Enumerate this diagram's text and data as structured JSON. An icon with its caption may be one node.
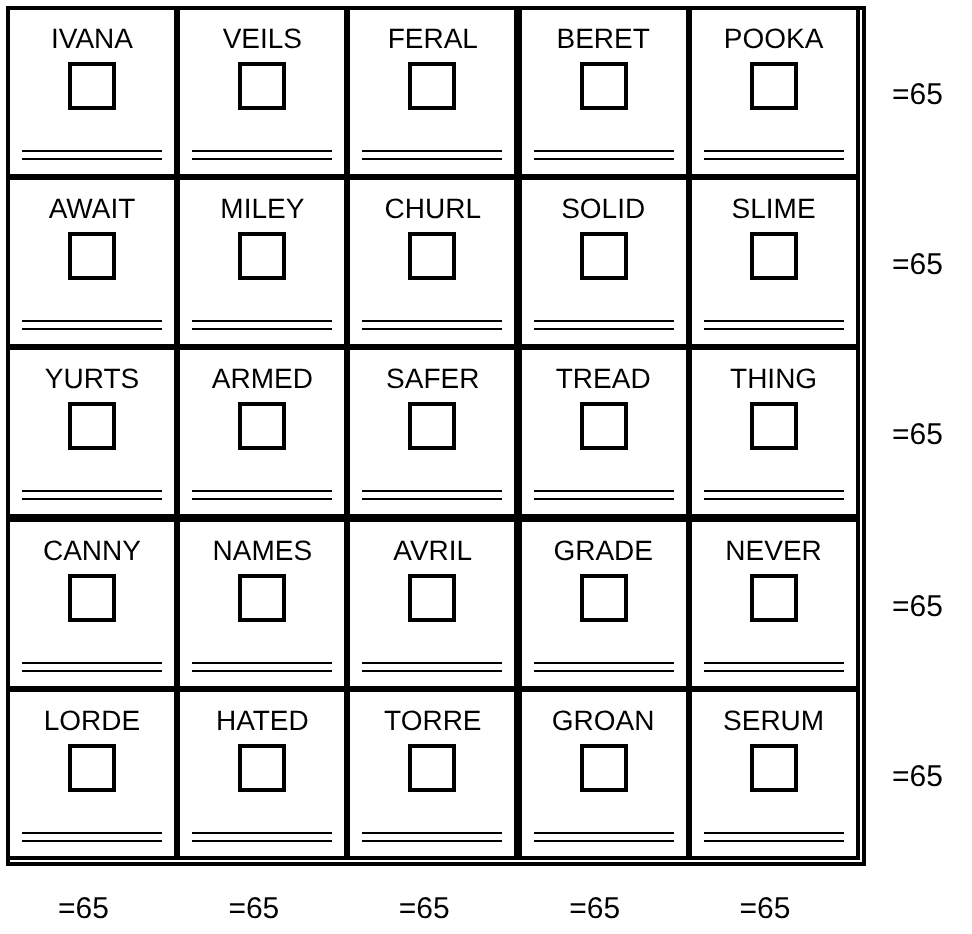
{
  "diagram": {
    "nodes": [
      {
        "text": [
          "IVANA"
        ]
      },
      {
        "text": [
          "VEILS"
        ]
      },
      {
        "text": [
          "FERAL"
        ]
      },
      {
        "text": [
          "BERET"
        ]
      },
      {
        "text": [
          "POOKA"
        ]
      },
      {
        "text": [
          "AWAIT"
        ]
      },
      {
        "text": [
          "MILEY"
        ]
      },
      {
        "text": [
          "CHURL"
        ]
      },
      {
        "text": [
          "SOLID"
        ]
      },
      {
        "text": [
          "SLIME"
        ]
      },
      {
        "text": [
          "YURTS"
        ]
      },
      {
        "text": [
          "ARMED"
        ]
      },
      {
        "text": [
          "SAFER"
        ]
      },
      {
        "text": [
          "TREAD"
        ]
      },
      {
        "text": [
          "THING"
        ]
      },
      {
        "text": [
          "CANNY"
        ]
      },
      {
        "text": [
          "NAMES"
        ]
      },
      {
        "text": [
          "AVRIL"
        ]
      },
      {
        "text": [
          "GRADE"
        ]
      },
      {
        "text": [
          "NEVER"
        ]
      },
      {
        "text": [
          "LORDE"
        ]
      },
      {
        "text": [
          "HATED"
        ]
      },
      {
        "text": [
          "TORRE"
        ]
      },
      {
        "text": [
          "GROAN"
        ]
      },
      {
        "text": [
          "SERUM"
        ]
      }
    ],
    "labels": [
      "=65",
      "=65",
      "=65",
      "=65",
      "=65",
      "=65",
      "=65",
      "=65",
      "=65",
      "=65"
    ]
  }
}
